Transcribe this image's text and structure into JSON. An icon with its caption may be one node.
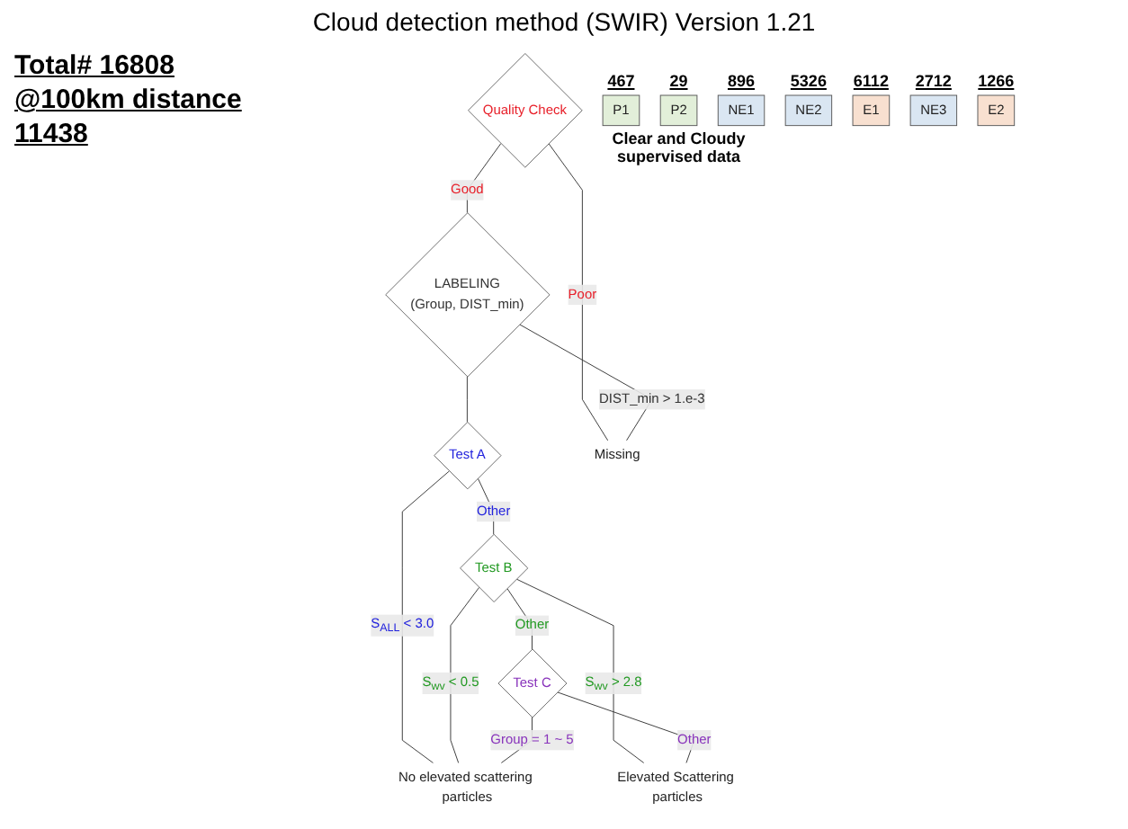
{
  "diagram": {
    "title": "Cloud detection method (SWIR) Version 1.21",
    "nodes": [
      {
        "text": [
          "Quality Check"
        ]
      },
      {
        "text": [
          "P1"
        ],
        "beside": [
          "467"
        ]
      },
      {
        "text": [
          "LABELING",
          "(Group, DIST_min)"
        ]
      },
      {
        "text": [
          "P2"
        ],
        "beside": [
          "Clear and Cloudy supervised data",
          "29"
        ]
      },
      {
        "text": [
          "NE1"
        ],
        "beside": [
          "896"
        ]
      },
      {
        "text": [
          "Test A"
        ]
      },
      {
        "text": [
          "Test B"
        ]
      },
      {
        "text": [
          "NE2"
        ],
        "beside": [
          "5326"
        ]
      },
      {
        "text": [
          "E1"
        ],
        "beside": [
          "6112"
        ]
      },
      {
        "text": [
          "Test C"
        ]
      },
      {
        "text": [
          "NE3"
        ],
        "beside": [
          "2712"
        ]
      },
      {
        "text": [
          "E2"
        ],
        "beside": [
          "1266"
        ]
      },
      {
        "text": [
          "No elevated scattering particles"
        ]
      },
      {
        "text": [
          "Elevated Scattering particles"
        ]
      },
      {
        "text": [
          "Missing"
        ]
      }
    ],
    "edges": [
      {
        "from": 0,
        "to": 2,
        "arrow": "none",
        "label": "Good"
      },
      {
        "from": 0,
        "to": 14,
        "arrow": "none",
        "label": "Poor"
      },
      {
        "from": 2,
        "to": 14,
        "arrow": "none",
        "label": "DIST_min > 1.e-3"
      },
      {
        "from": 2,
        "to": 5,
        "arrow": "none"
      },
      {
        "from": 5,
        "to": 12,
        "arrow": "none",
        "label": "S$_{ALL}$ < 3.0"
      },
      {
        "from": 5,
        "to": 6,
        "arrow": "none",
        "label": "Other"
      },
      {
        "from": 6,
        "to": 12,
        "arrow": "none",
        "label": "S$_{wv}$ < 0.5"
      },
      {
        "from": 6,
        "to": 13,
        "arrow": "none",
        "label": "S$_{wv}$ > 2.8"
      },
      {
        "from": 6,
        "to": 9,
        "arrow": "none",
        "label": "Other"
      },
      {
        "from": 9,
        "to": 12,
        "arrow": "none",
        "label": "Group = 1 ~ 5"
      },
      {
        "from": 9,
        "to": 13,
        "arrow": "none",
        "label": "Other"
      }
    ],
    "labels": [
      "Total# 16808",
      "@100km distance",
      "11438"
    ]
  }
}
